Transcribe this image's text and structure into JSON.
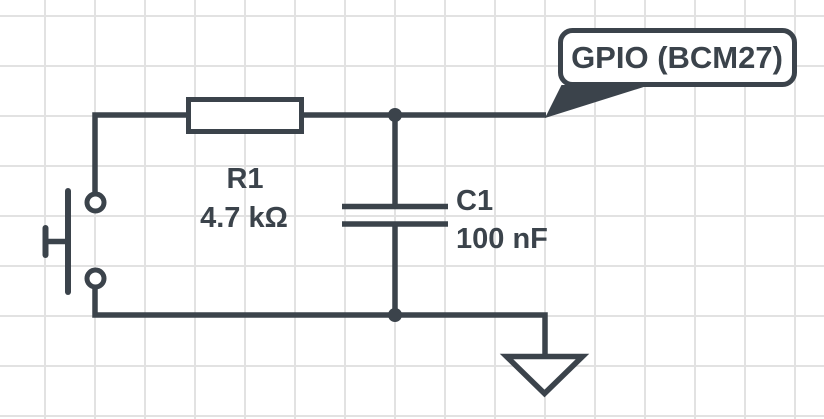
{
  "colors": {
    "ink": "#3B434B",
    "grid-line": "#E2E2E2",
    "canvas": "#FFFFFF"
  },
  "schematic": {
    "resistor": {
      "designator": "R1",
      "value": "4.7 kΩ"
    },
    "capacitor": {
      "designator": "C1",
      "value": "100 nF"
    },
    "gpio_callout": {
      "label": "GPIO (BCM27)"
    }
  }
}
